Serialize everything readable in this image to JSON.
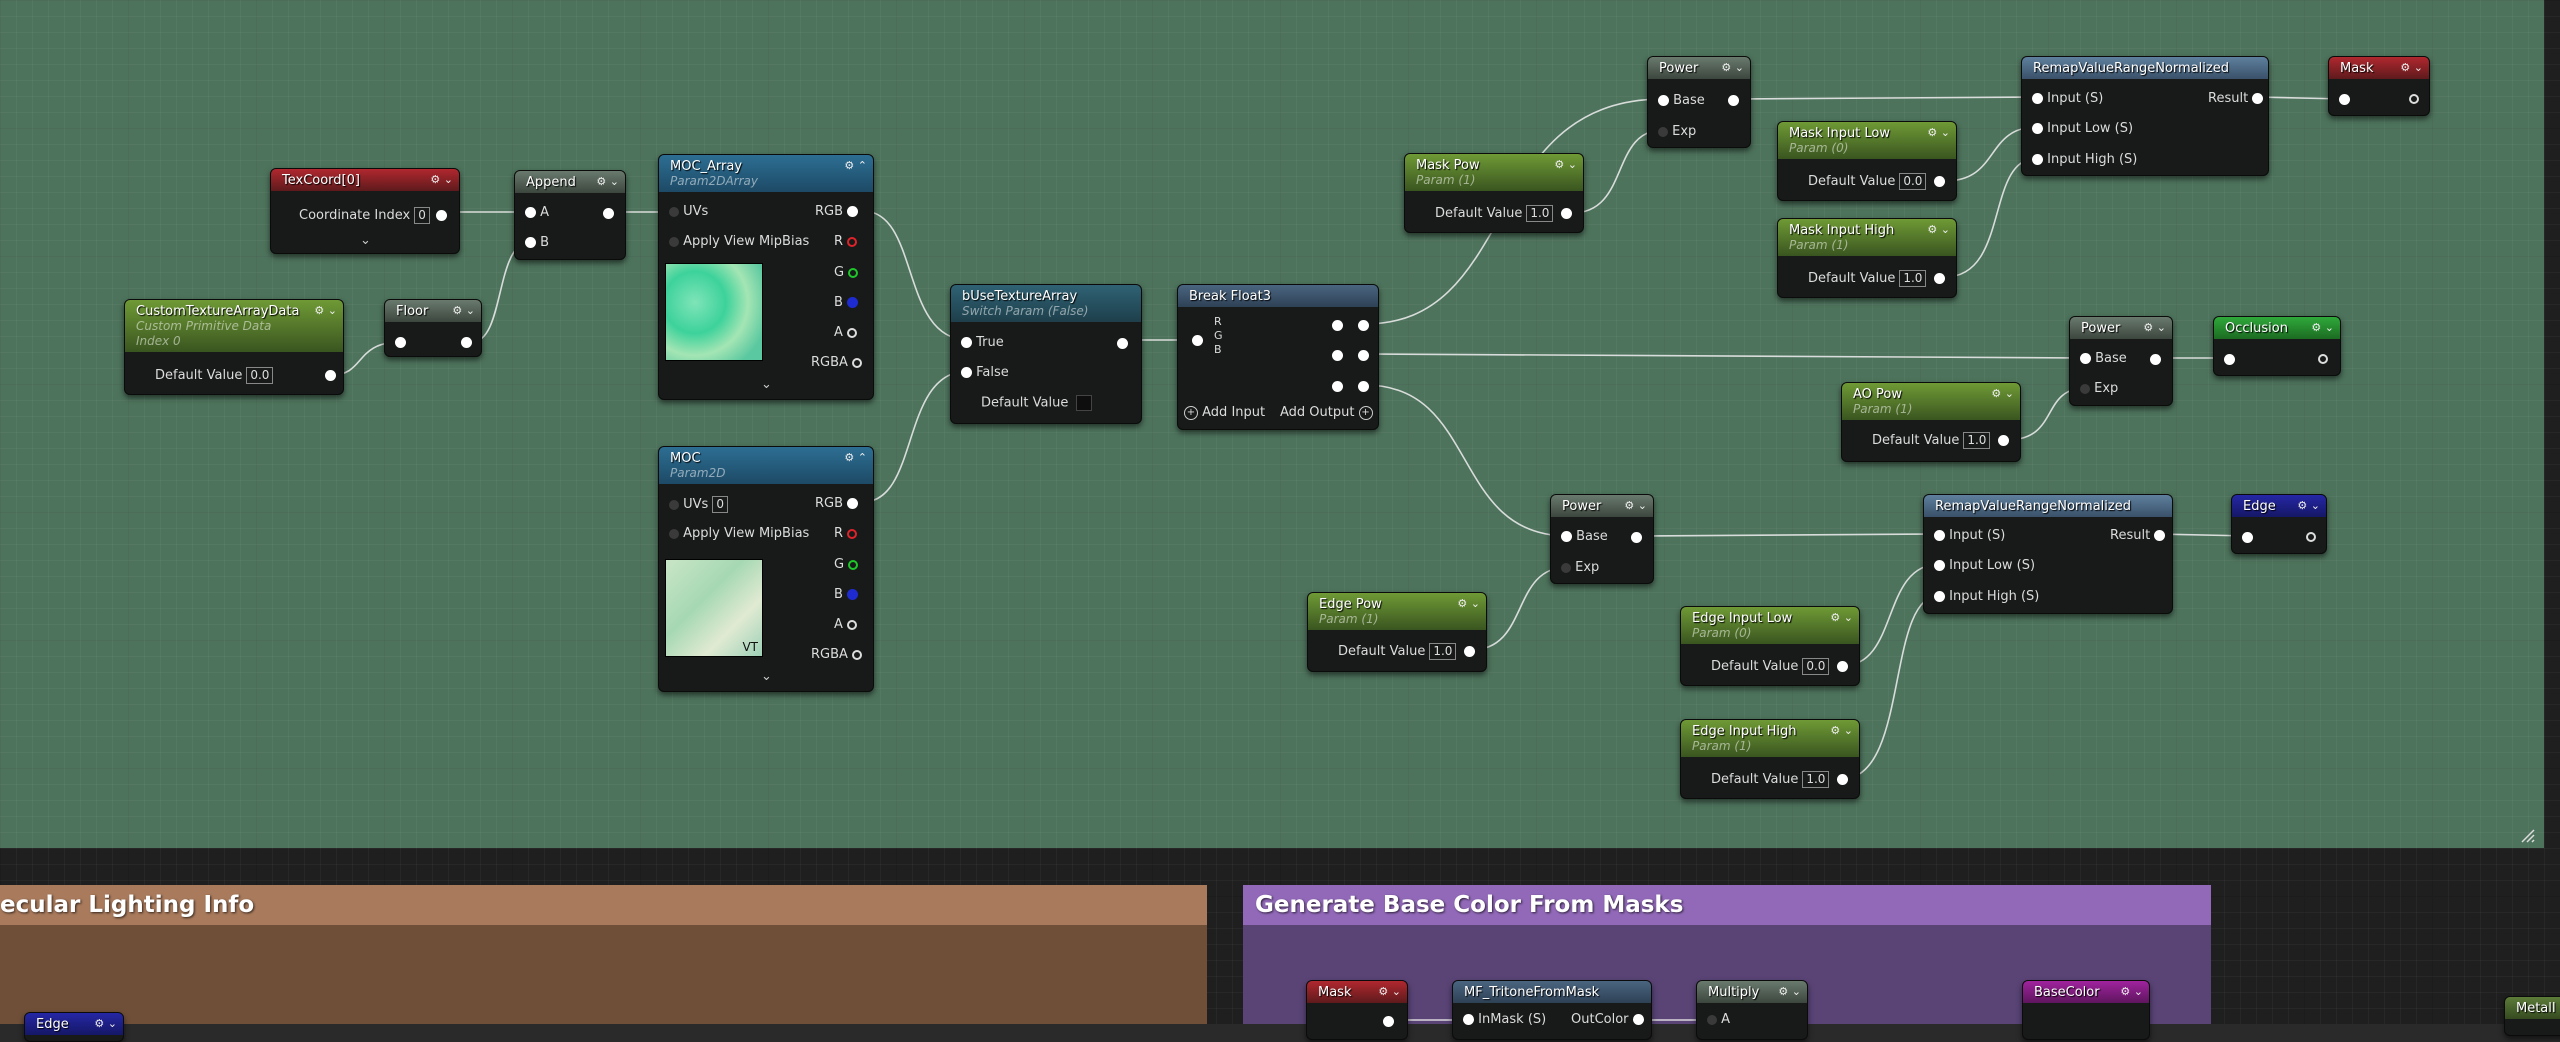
{
  "comments": {
    "lighting": "ecular Lighting Info",
    "basecolor": "Generate Base Color From Masks"
  },
  "icons": {
    "pin": "pin-icon",
    "expand": "chevron-down-icon",
    "collapse": "chevron-up-icon",
    "close": "close-icon",
    "add": "add-icon",
    "resize": "resize-grip-icon"
  },
  "nodes": {
    "texcoord": {
      "title": "TexCoord[0]",
      "label": "Coordinate Index",
      "value": "0"
    },
    "append": {
      "title": "Append",
      "a": "A",
      "b": "B"
    },
    "custom": {
      "title": "CustomTextureArrayData",
      "sub1": "Custom Primitive Data",
      "sub2": "Index 0",
      "label": "Default Value",
      "value": "0.0"
    },
    "floor": {
      "title": "Floor"
    },
    "moc_array": {
      "title": "MOC_Array",
      "subtitle": "Param2DArray",
      "uvs": "UVs",
      "mip": "Apply View MipBias",
      "rgb": "RGB",
      "r": "R",
      "g": "G",
      "b": "B",
      "a": "A",
      "rgba": "RGBA"
    },
    "moc": {
      "title": "MOC",
      "subtitle": "Param2D",
      "uvs": "UVs",
      "uvs_value": "0",
      "mip": "Apply View MipBias",
      "rgb": "RGB",
      "r": "R",
      "g": "G",
      "b": "B",
      "a": "A",
      "rgba": "RGBA",
      "vt": "VT"
    },
    "buse": {
      "title": "bUseTextureArray",
      "subtitle": "Switch Param (False)",
      "true": "True",
      "false": "False",
      "default": "Default Value"
    },
    "break": {
      "title": "Break Float3",
      "r": "R",
      "g": "G",
      "b": "B",
      "add_input": "Add Input",
      "add_output": "Add Output"
    },
    "maskpow": {
      "title": "Mask Pow",
      "subtitle": "Param (1)",
      "label": "Default Value",
      "value": "1.0"
    },
    "power1": {
      "title": "Power",
      "base": "Base",
      "exp": "Exp"
    },
    "masklow": {
      "title": "Mask Input Low",
      "subtitle": "Param (0)",
      "label": "Default Value",
      "value": "0.0"
    },
    "maskhigh": {
      "title": "Mask Input High",
      "subtitle": "Param (1)",
      "label": "Default Value",
      "value": "1.0"
    },
    "remap1": {
      "title": "RemapValueRangeNormalized",
      "input": "Input (S)",
      "low": "Input Low (S)",
      "high": "Input High (S)",
      "result": "Result"
    },
    "mask_out": {
      "title": "Mask"
    },
    "power2": {
      "title": "Power",
      "base": "Base",
      "exp": "Exp"
    },
    "occlusion": {
      "title": "Occlusion"
    },
    "aopow": {
      "title": "AO Pow",
      "subtitle": "Param (1)",
      "label": "Default Value",
      "value": "1.0"
    },
    "power3": {
      "title": "Power",
      "base": "Base",
      "exp": "Exp"
    },
    "edgepow": {
      "title": "Edge Pow",
      "subtitle": "Param (1)",
      "label": "Default Value",
      "value": "1.0"
    },
    "remap2": {
      "title": "RemapValueRangeNormalized",
      "input": "Input (S)",
      "low": "Input Low (S)",
      "high": "Input High (S)",
      "result": "Result"
    },
    "edge_out": {
      "title": "Edge"
    },
    "edgelow": {
      "title": "Edge Input Low",
      "subtitle": "Param (0)",
      "label": "Default Value",
      "value": "0.0"
    },
    "edgehigh": {
      "title": "Edge Input High",
      "subtitle": "Param (1)",
      "label": "Default Value",
      "value": "1.0"
    },
    "b_mask": {
      "title": "Mask"
    },
    "b_tritone": {
      "title": "MF_TritoneFromMask",
      "in": "InMask (S)",
      "out": "OutColor"
    },
    "b_multiply": {
      "title": "Multiply",
      "a": "A"
    },
    "b_basecolor": {
      "title": "BaseColor"
    },
    "b_metal": {
      "title": "MetalI"
    },
    "b_edge": {
      "title": "Edge"
    }
  }
}
